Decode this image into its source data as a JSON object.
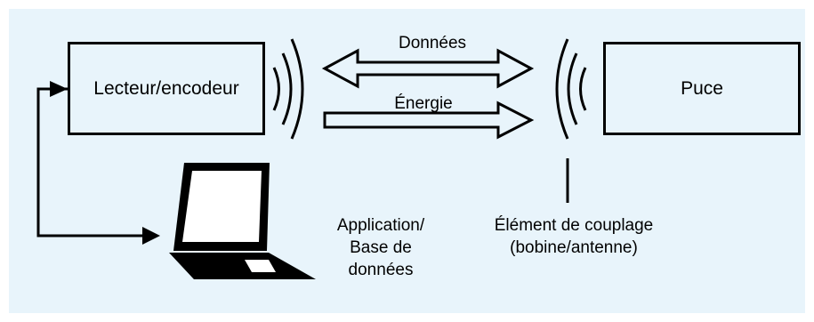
{
  "colors": {
    "background": "#e8f4fb",
    "stroke": "#000000"
  },
  "reader": {
    "label": "Lecteur/encodeur"
  },
  "chip": {
    "label": "Puce"
  },
  "links": {
    "data_label": "Données",
    "energy_label": "Énergie"
  },
  "computer": {
    "icon": "laptop-icon",
    "label_lines": [
      "Application/",
      "Base de",
      "données"
    ]
  },
  "coupling": {
    "label_lines": [
      "Élément de couplage",
      "(bobine/antenne)"
    ]
  }
}
